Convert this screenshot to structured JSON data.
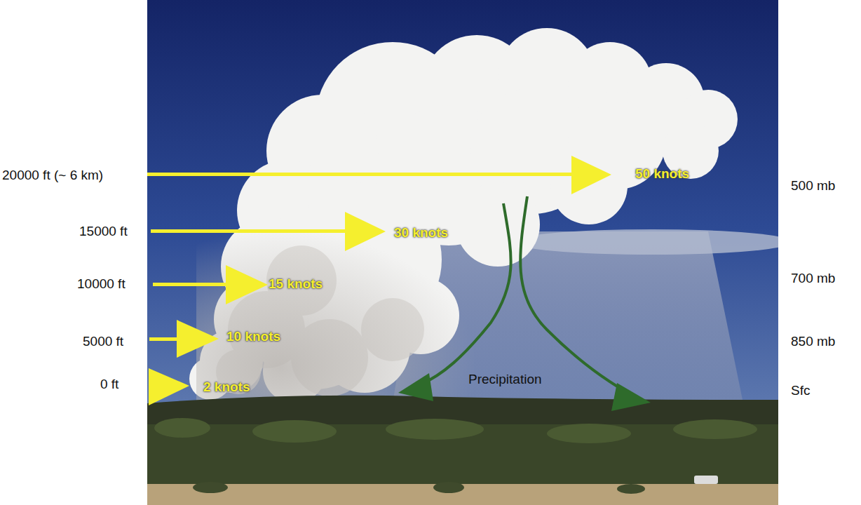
{
  "diagram": {
    "labels": [
      "20000 ft (~ 6 km)",
      "15000 ft",
      "10000 ft",
      "5000 ft",
      "0 ft",
      "50 knots",
      "30 knots",
      "15 knots",
      "10 knots",
      "2 knots",
      "Precipitation",
      "500 mb",
      "700 mb",
      "850 mb",
      "Sfc"
    ]
  }
}
